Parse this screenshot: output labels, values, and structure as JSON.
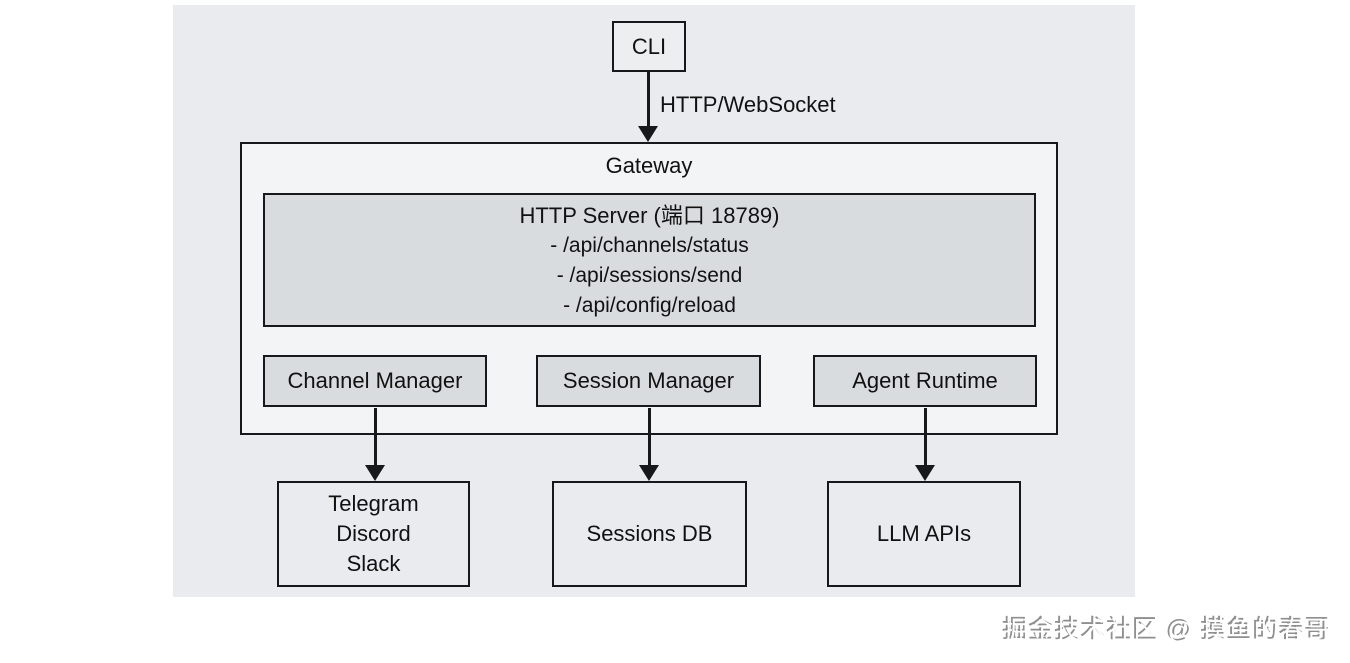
{
  "colors": {
    "page_bg": "#ffffff",
    "canvas_bg": "#e9ebee",
    "gateway_bg": "#f2f4f6",
    "inner_box_bg": "#d9dcdf",
    "leaf_box_bg": "#e9ebee",
    "border": "#17181a",
    "text": "#111111",
    "watermark_fill": "#ffffff",
    "watermark_shadow": "#8f8f8f"
  },
  "diagram": {
    "cli": {
      "label": "CLI"
    },
    "edge_cli_gateway": {
      "label": "HTTP/WebSocket"
    },
    "gateway": {
      "title": "Gateway",
      "http_server": {
        "title": "HTTP Server (端口 18789)",
        "endpoints": [
          "- /api/channels/status",
          "- /api/sessions/send",
          "- /api/config/reload"
        ]
      },
      "modules": [
        {
          "label": "Channel Manager"
        },
        {
          "label": "Session Manager"
        },
        {
          "label": "Agent Runtime"
        }
      ]
    },
    "leaves": [
      {
        "label": "Telegram\nDiscord\nSlack"
      },
      {
        "label": "Sessions DB"
      },
      {
        "label": "LLM APIs"
      }
    ]
  },
  "watermark": {
    "text": "掘金技术社区 @ 摸鱼的春哥"
  }
}
